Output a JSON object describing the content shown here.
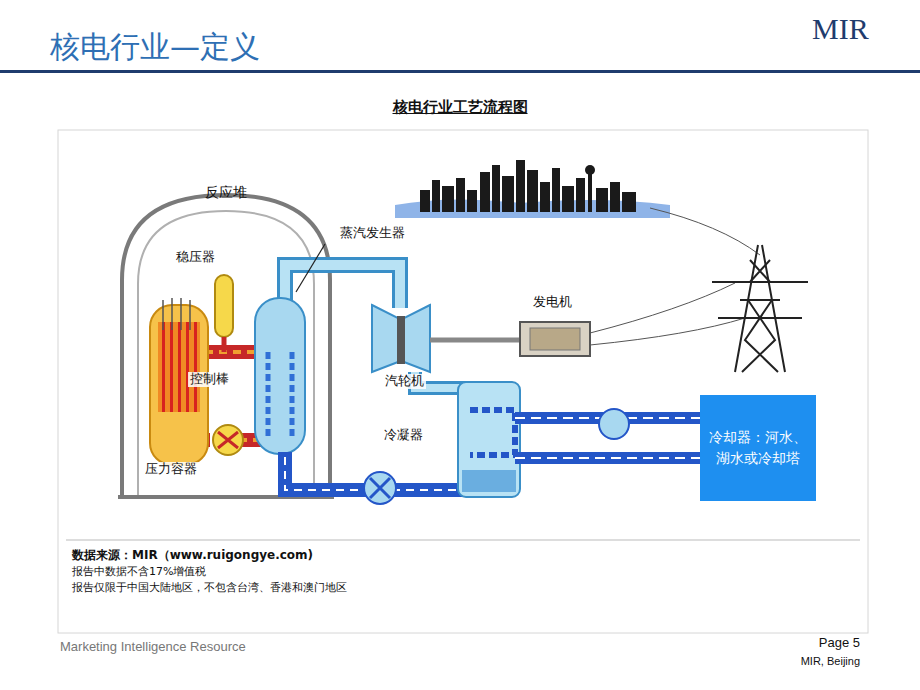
{
  "diagram": {
    "title": "核电行业—定义",
    "caption": "核电行业工艺流程图",
    "nodes": [
      {
        "text": [
          "反应堆"
        ]
      },
      {
        "text": [
          "冷却器：河水、湖水或冷却塔"
        ]
      }
    ],
    "labels": [
      "MIR",
      "稳压器",
      "蒸汽发生器",
      "发电机",
      "控制棒",
      "汽轮机",
      "冷凝器",
      "压力容器",
      "数据来源：MIR（www.ruigongye.com)",
      "报告中数据不含17%增值税",
      "报告仅限于中国大陆地区，不包含台湾、香港和澳门地区",
      "Marketing Intelligence Resource",
      "Page 5",
      "MIR, Beijing"
    ]
  }
}
